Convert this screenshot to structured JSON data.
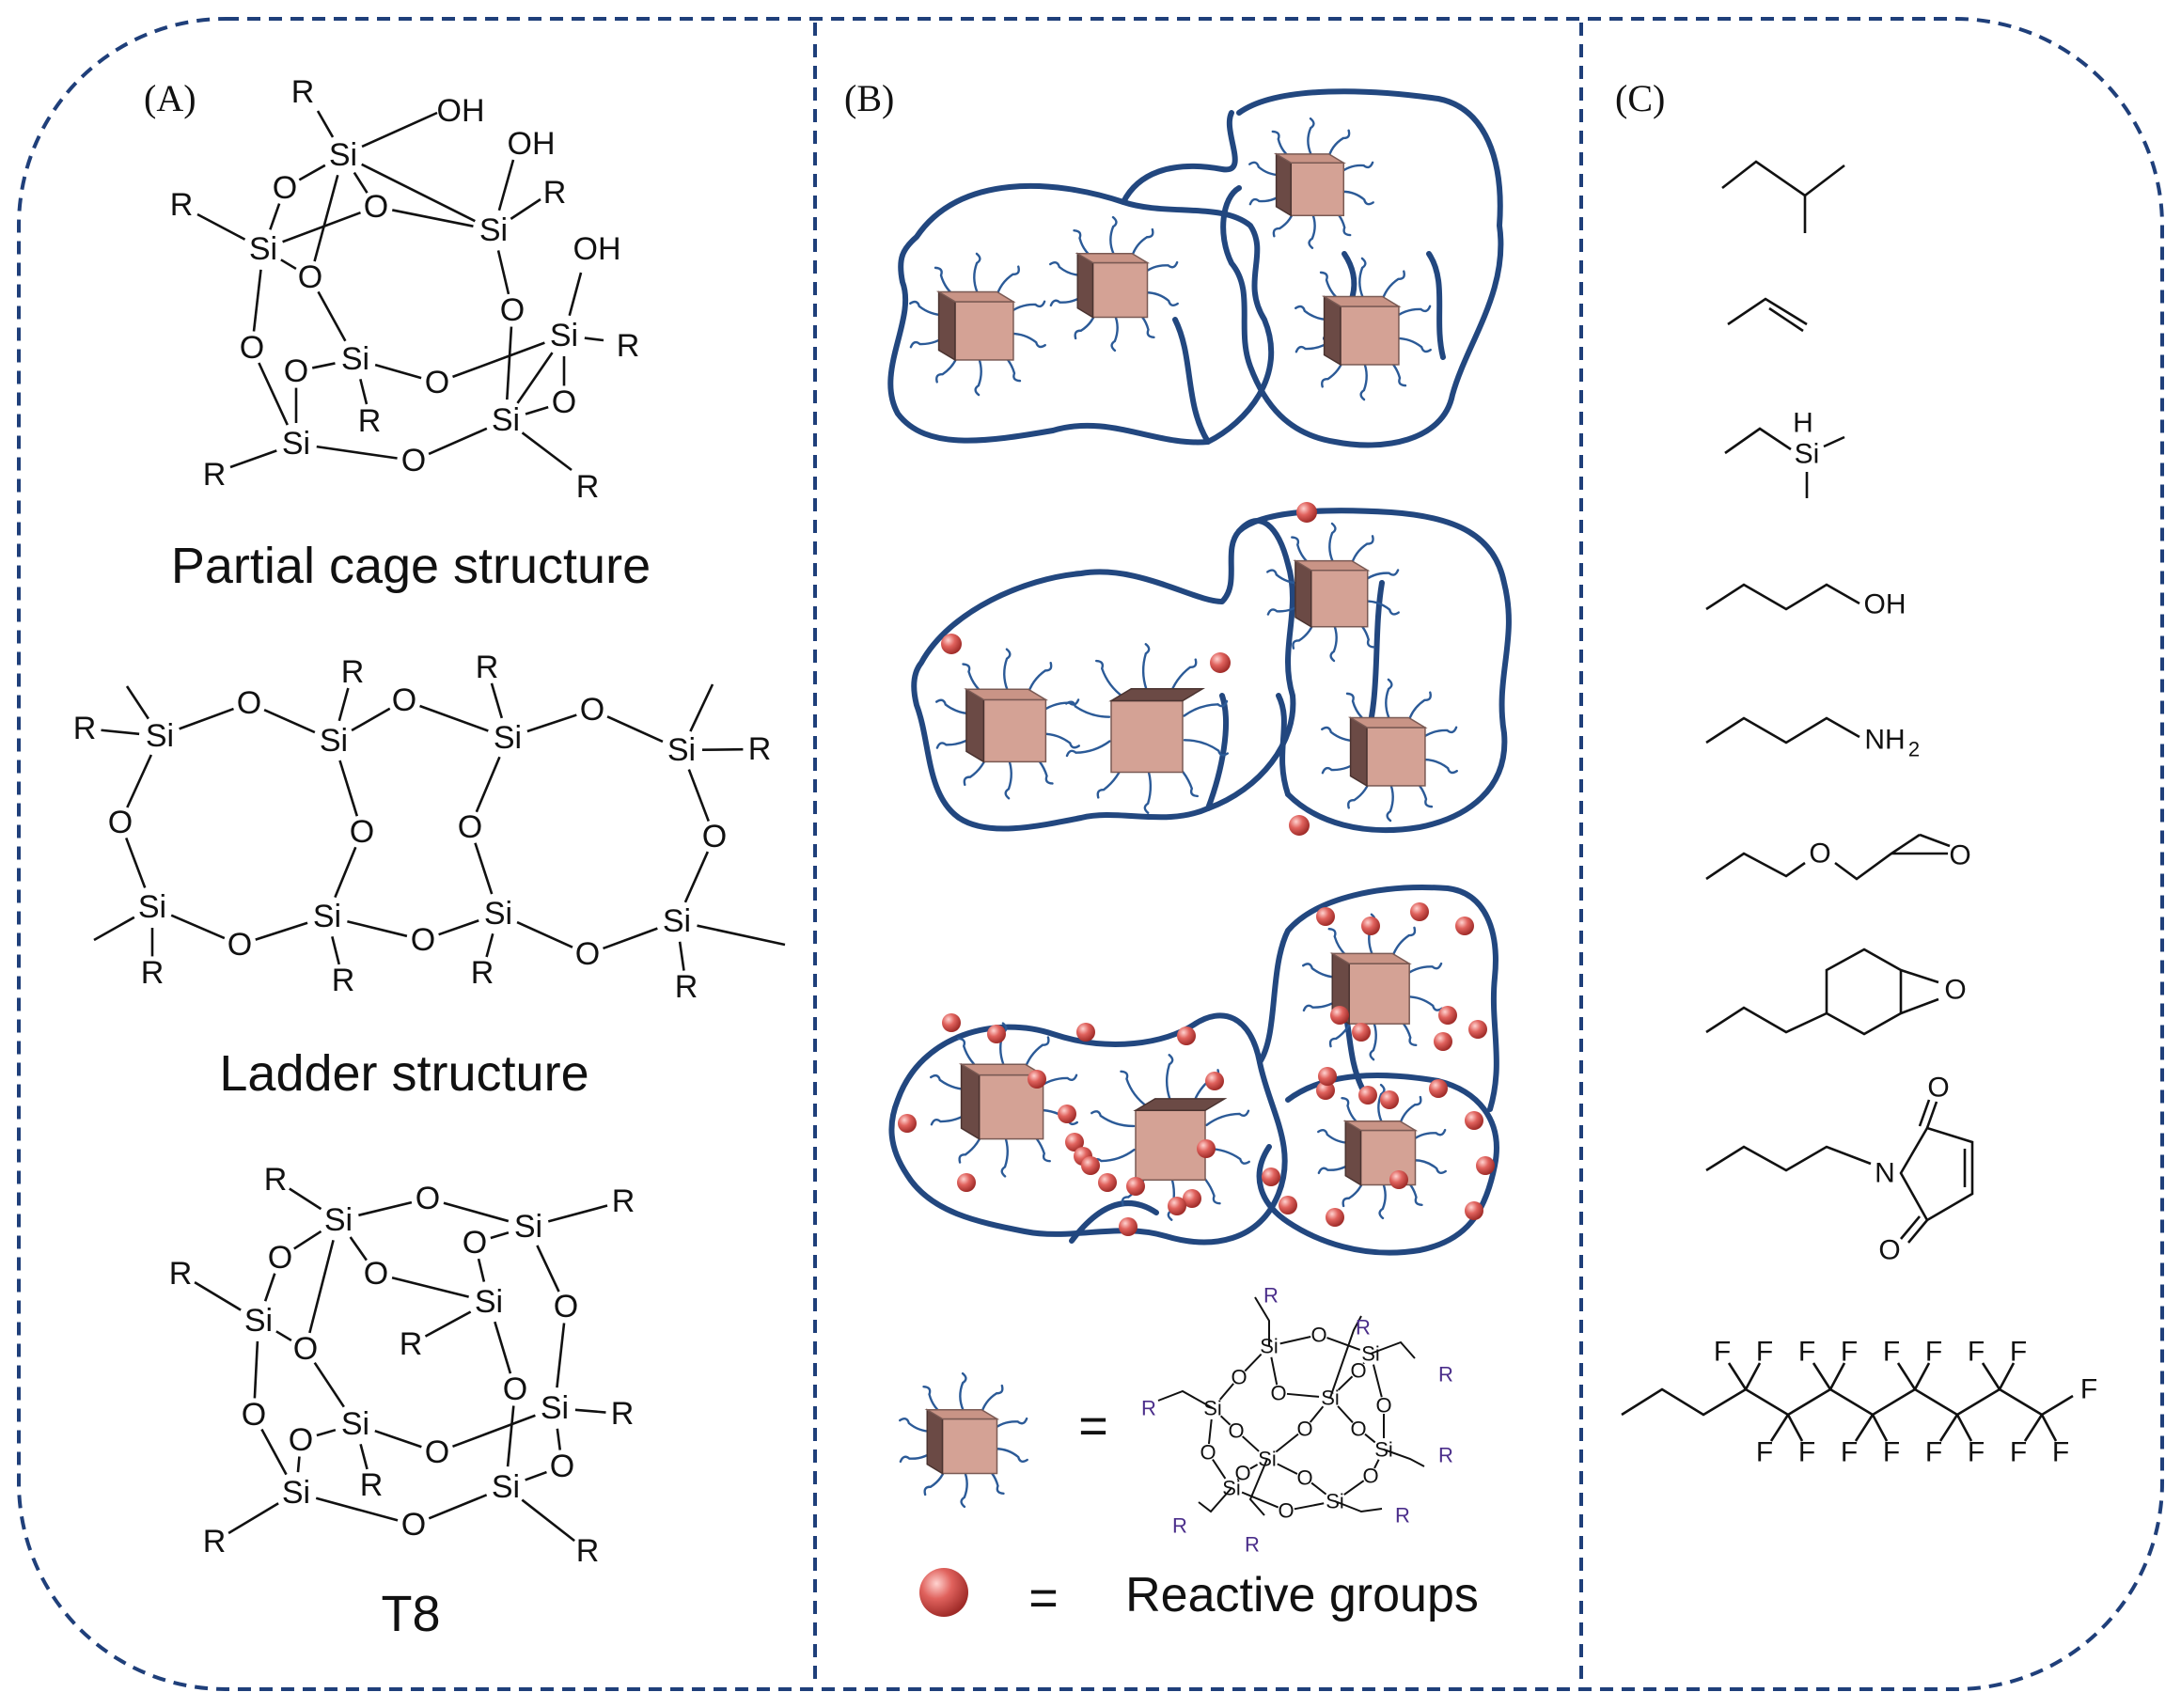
{
  "panels": {
    "a": {
      "label": "(A)",
      "captions": [
        "Partial cage structure",
        "Ladder structure",
        "T8"
      ]
    },
    "b": {
      "label": "(B)",
      "legend": {
        "equals": "=",
        "reactive_text": "Reactive groups"
      }
    },
    "c": {
      "label": "(C)",
      "groups": [
        "isobutyl",
        "vinyl",
        "dimethylsilyl-ethyl",
        "hydroxypropyl",
        "aminopropyl",
        "glycidyloxypropyl",
        "epoxycyclohexyl-ethyl",
        "maleimidopropyl",
        "fluoroalkyl"
      ]
    }
  },
  "atoms": {
    "si": "Si",
    "o": "O",
    "r": "R",
    "oh": "OH",
    "h": "H",
    "nh": "NH",
    "sub2": "2",
    "f": "F",
    "n": "N"
  },
  "colors": {
    "frame": "#1f3f7a",
    "chain": "#22477f",
    "cube_front": "#d4a295",
    "cube_dark": "#6b4a45",
    "reactive_sphere": "#d9534f",
    "r_group_label": "#4a2d8a"
  }
}
